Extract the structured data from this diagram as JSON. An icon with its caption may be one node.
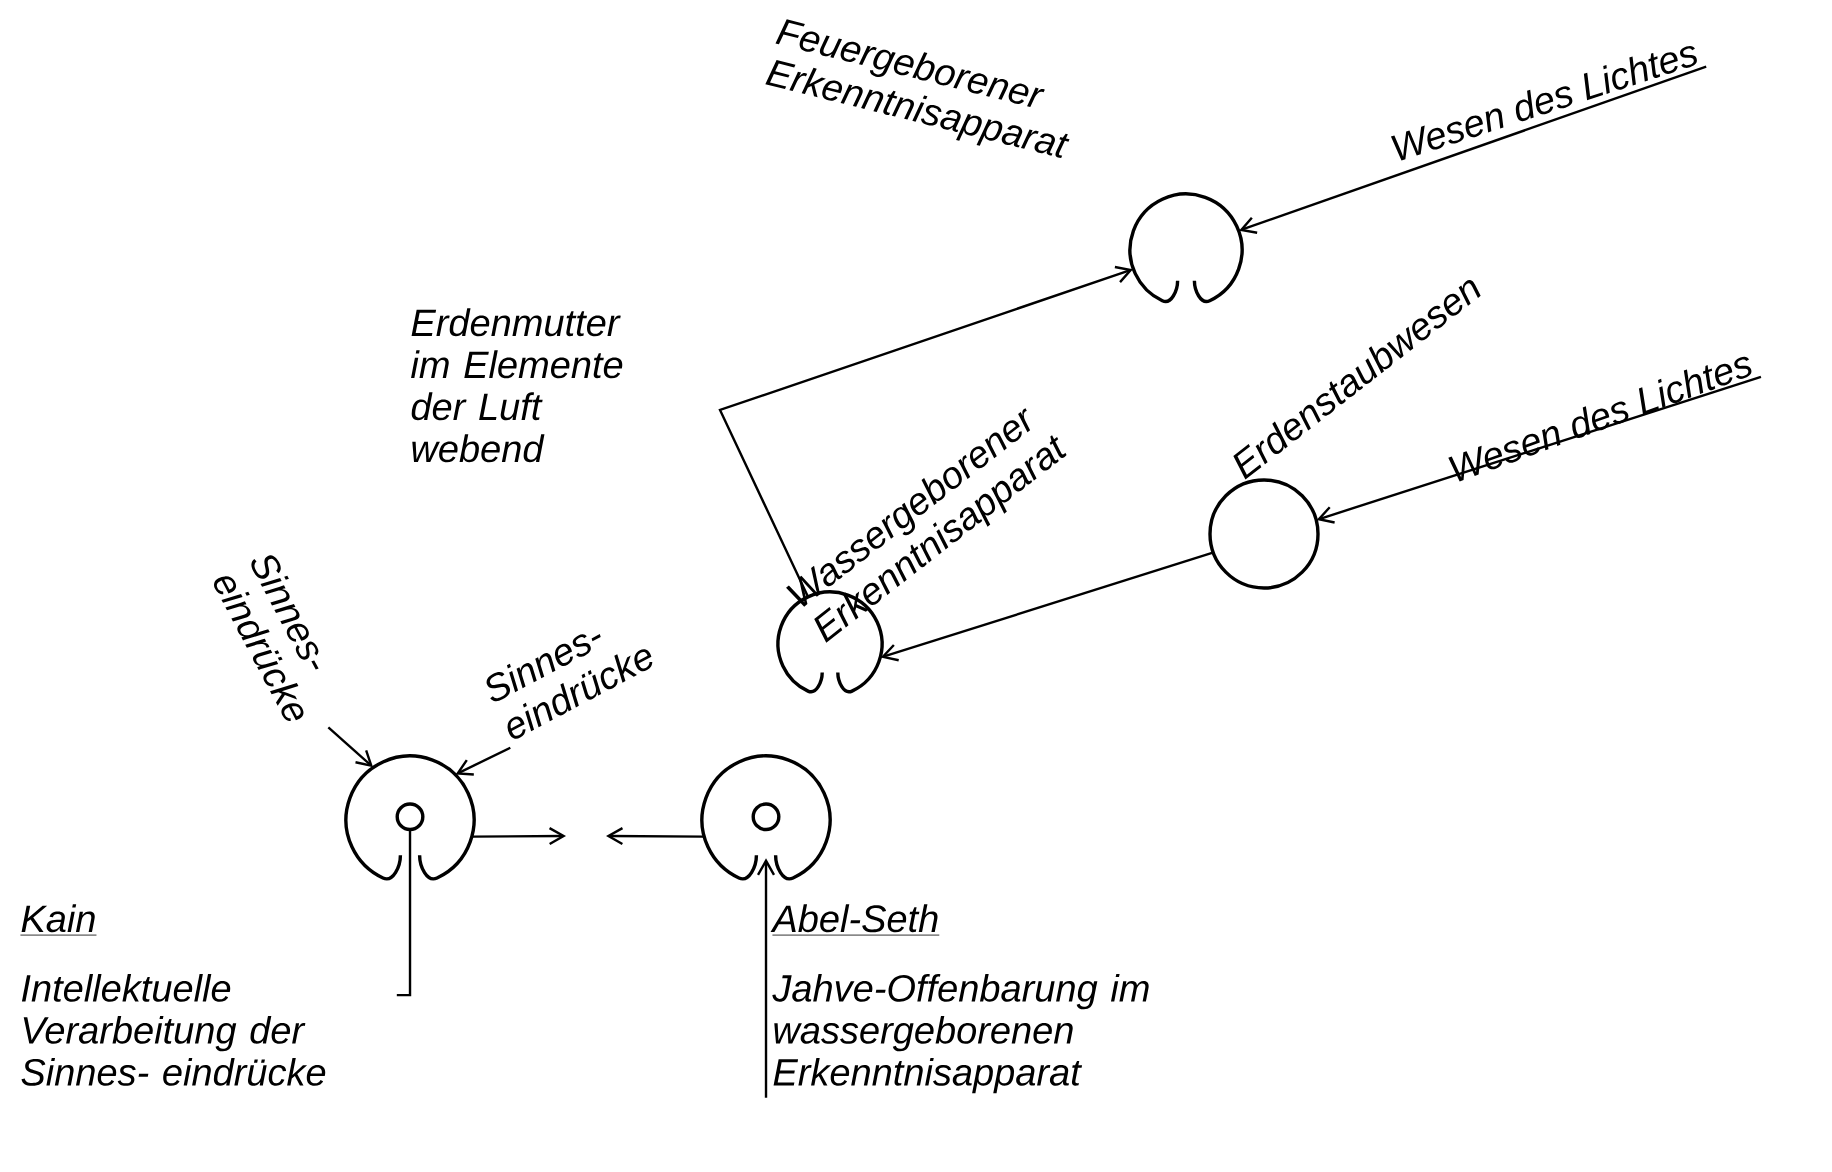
{
  "diagram": {
    "nodes": [
      {
        "text": [],
        "shape": "horseshoe",
        "beside": [
          "Feuergeborener Erkenntnisapparat"
        ]
      },
      {
        "text": [
          "Wesen des Lichtes"
        ]
      },
      {
        "text": [],
        "shape": "circle",
        "beside": [
          "Erdenstaubwesen"
        ]
      },
      {
        "text": [
          "Wesen des Lichtes"
        ]
      },
      {
        "text": [],
        "shape": "horseshoe",
        "beside": [
          "Wassergeborener Erkenntnisapparat"
        ]
      },
      {
        "text": [],
        "shape": "eye"
      },
      {
        "text": [
          "Sinnes- eindrücke"
        ]
      },
      {
        "text": [
          "Sinnes- eindrücke"
        ]
      },
      {
        "text": [],
        "shape": "eye"
      },
      {
        "text": [
          "Kain",
          "Intellektuelle Verarbeitung der Sinnes- eindrücke"
        ]
      },
      {
        "text": [
          "Abel-Seth",
          "Jahve-Offenbarung im wassergeborenen Erkenntnisapparat"
        ]
      }
    ],
    "edges": [
      {
        "from": 1,
        "to": 0,
        "arrow": "to"
      },
      {
        "from": 3,
        "to": 2,
        "arrow": "to"
      },
      {
        "from": 2,
        "to": 4,
        "arrow": "to"
      },
      {
        "from": 4,
        "to": 0,
        "arrow": "to"
      },
      {
        "from": 6,
        "to": 5,
        "arrow": "to"
      },
      {
        "from": 7,
        "to": 5,
        "arrow": "to"
      },
      {
        "from": 5,
        "to": null,
        "arrow": "to"
      },
      {
        "from": 8,
        "to": null,
        "arrow": "to"
      },
      {
        "from": 9,
        "to": 5,
        "arrow": "none"
      },
      {
        "from": 10,
        "to": 8,
        "arrow": "to"
      }
    ],
    "labels": [
      "Erdenmutter im Elemente der Luft webend"
    ]
  }
}
